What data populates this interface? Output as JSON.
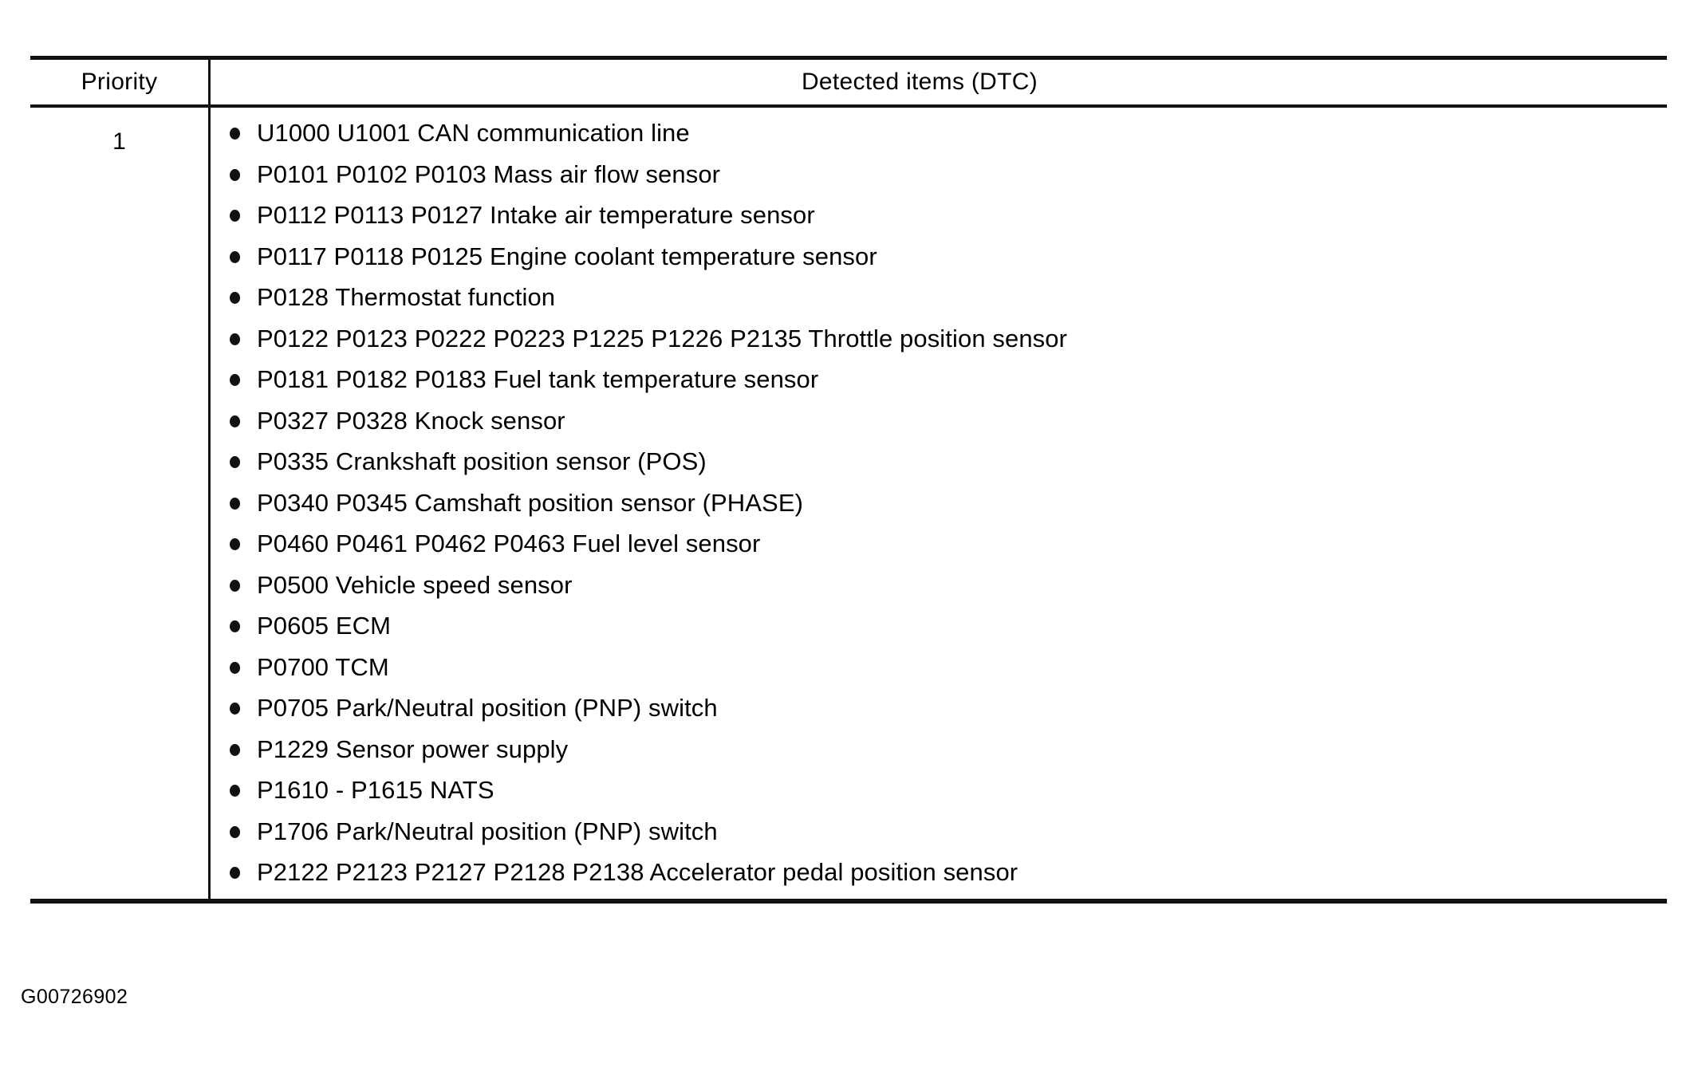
{
  "table": {
    "columns": {
      "priority_header": "Priority",
      "detected_items_header": "Detected items (DTC)"
    },
    "rows": [
      {
        "priority": "1",
        "items": [
          "U1000 U1001 CAN communication line",
          "P0101 P0102 P0103 Mass air flow sensor",
          "P0112 P0113 P0127 Intake air temperature sensor",
          "P0117 P0118 P0125 Engine coolant temperature sensor",
          "P0128 Thermostat function",
          "P0122 P0123 P0222 P0223 P1225 P1226 P2135 Throttle position sensor",
          "P0181 P0182 P0183 Fuel tank temperature sensor",
          "P0327 P0328 Knock sensor",
          "P0335 Crankshaft position sensor (POS)",
          "P0340 P0345 Camshaft position sensor (PHASE)",
          "P0460 P0461 P0462 P0463 Fuel level sensor",
          "P0500 Vehicle speed sensor",
          "P0605 ECM",
          "P0700 TCM",
          "P0705 Park/Neutral position (PNP) switch",
          "P1229 Sensor power supply",
          "P1610 - P1615 NATS",
          "P1706 Park/Neutral position (PNP) switch",
          "P2122 P2123 P2127 P2128 P2138 Accelerator pedal position sensor"
        ]
      }
    ]
  },
  "footer": {
    "figure_code": "G00726902"
  },
  "colors": {
    "ink": "#111111",
    "paper": "#ffffff"
  }
}
